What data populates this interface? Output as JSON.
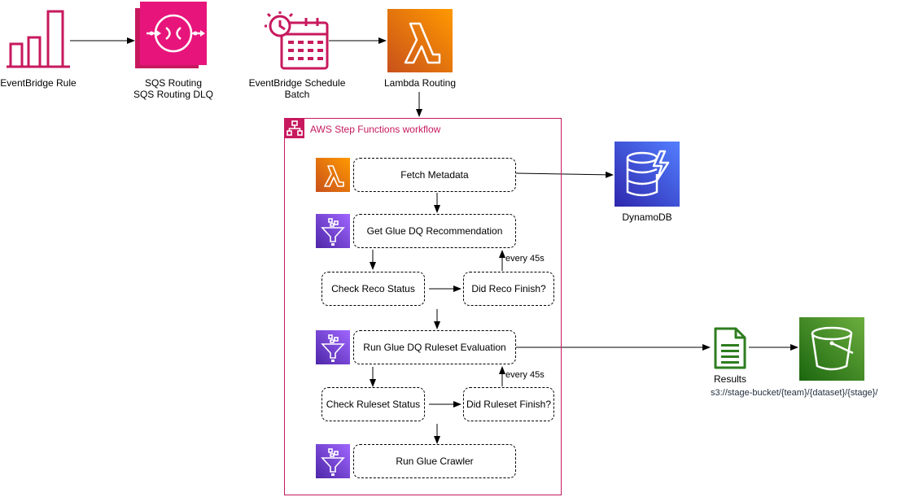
{
  "nodes": {
    "eventbridge_rule": "EventBridge Rule",
    "sqs_routing": "SQS Routing",
    "sqs_routing_dlq": "SQS Routing DLQ",
    "eventbridge_schedule": "EventBridge Schedule",
    "batch": "Batch",
    "lambda_routing": "Lambda Routing",
    "dynamodb": "DynamoDB",
    "results": "Results",
    "s3_path": "s3://stage-bucket/{team}/{dataset}/{stage}/"
  },
  "workflow": {
    "title": "AWS Step Functions workflow",
    "fetch_metadata": "Fetch Metadata",
    "get_recommendation": "Get Glue DQ Recommendation",
    "check_reco_status": "Check Reco Status",
    "did_reco_finish": "Did Reco Finish?",
    "reco_interval": "every 45s",
    "run_ruleset_evaluation": "Run Glue DQ Ruleset Evaluation",
    "check_ruleset_status": "Check Ruleset Status",
    "did_ruleset_finish": "Did Ruleset Finish?",
    "ruleset_interval": "every 45s",
    "run_crawler": "Run Glue Crawler"
  },
  "colors": {
    "eventbridge": "#c7195e",
    "sqs": "#e7157b",
    "lambda": "#ed7100",
    "glue": "#8c4fff",
    "dynamodb": "#3b48cc",
    "s3": "#3f8624",
    "results": "#2e7d1f"
  }
}
